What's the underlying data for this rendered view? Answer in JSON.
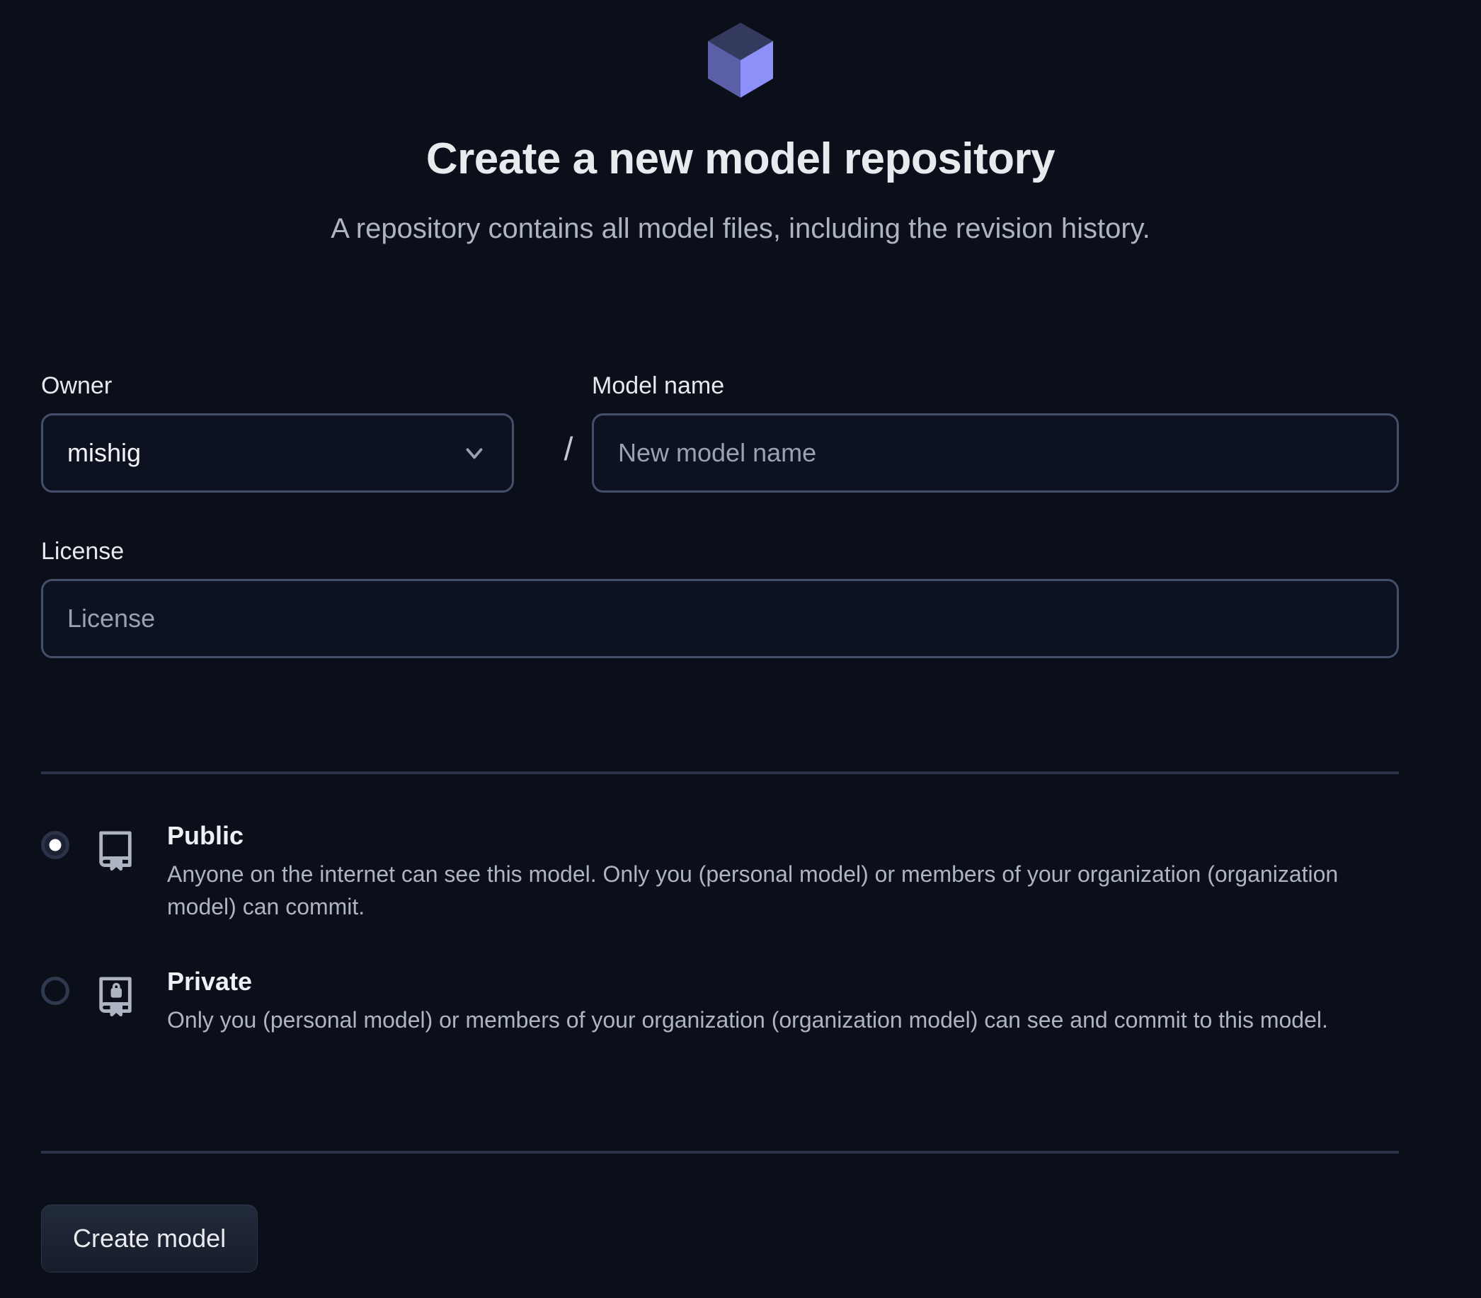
{
  "header": {
    "logo_icon": "cube-icon",
    "title": "Create a new model repository",
    "subtitle": "A repository contains all model files, including the revision history."
  },
  "form": {
    "owner": {
      "label": "Owner",
      "value": "mishig",
      "chevron_icon": "chevron-down-icon"
    },
    "separator": "/",
    "model_name": {
      "label": "Model name",
      "value": "",
      "placeholder": "New model name"
    },
    "license": {
      "label": "License",
      "value": "",
      "placeholder": "License"
    }
  },
  "visibility": {
    "selected": "public",
    "options": [
      {
        "id": "public",
        "icon": "book-open-icon",
        "title": "Public",
        "description": "Anyone on the internet can see this model. Only you (personal model) or members of your organization (organization model) can commit."
      },
      {
        "id": "private",
        "icon": "book-lock-icon",
        "title": "Private",
        "description": "Only you (personal model) or members of your organization (organization model) can see and commit to this model."
      }
    ]
  },
  "submit": {
    "label": "Create model"
  },
  "colors": {
    "background": "#0b0f19",
    "text_primary": "#eef0f4",
    "text_secondary": "#aeb4c2",
    "border": "#44506a",
    "divider": "#2b3348",
    "logo_light": "#8d90f7",
    "logo_mid": "#545a9e",
    "logo_dark": "#2f3355"
  }
}
